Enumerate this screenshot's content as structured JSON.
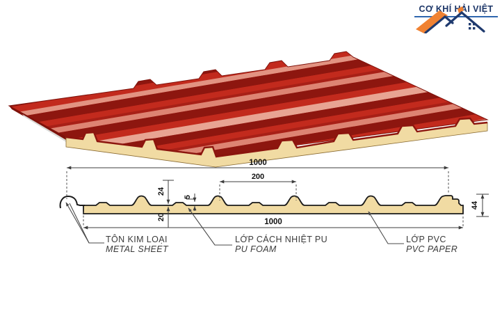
{
  "logo": {
    "name": "CƠ KHÍ HẢI VIỆT"
  },
  "cross_section": {
    "dimensions": {
      "overall_width_top": "1000",
      "rib_spacing": "200",
      "rib_height": "24",
      "bump_height": "5",
      "foam_thickness": "20",
      "total_thickness": "44",
      "overall_width_bottom": "1000"
    },
    "annotations": {
      "metal_sheet": {
        "vi": "TÔN KIM LOẠI",
        "en": "METAL SHEET"
      },
      "pu_foam": {
        "vi": "LỚP CÁCH NHIỆT PU",
        "en": "PU FOAM"
      },
      "pvc_paper": {
        "vi": "LỚP PVC",
        "en": "PVC PAPER"
      }
    }
  },
  "colors": {
    "panel_red": "#C22A1D",
    "panel_dark_red": "#8D160F",
    "panel_salmon": "#DD8473",
    "foam_tan": "#F1DBA3",
    "logo_navy": "#1C3668",
    "logo_orange": "#F08232",
    "logo_underline": "#2E66AE"
  }
}
